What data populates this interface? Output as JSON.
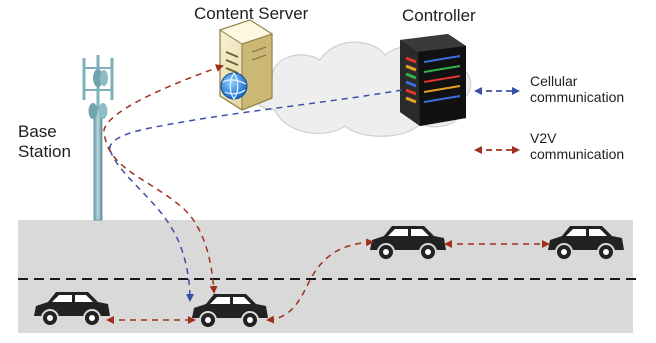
{
  "labels": {
    "content_server": "Content Server",
    "controller": "Controller",
    "base_station_line1": "Base",
    "base_station_line2": "Station"
  },
  "legend": {
    "cellular_line1": "Cellular",
    "cellular_line2": "communication",
    "v2v_line1": "V2V",
    "v2v_line2": "communication"
  },
  "colors": {
    "cellular": "#3a4fa8",
    "v2v": "#a0301e",
    "road": "#d9d9d9",
    "car": "#222222",
    "cloud": "#eeeeee"
  }
}
